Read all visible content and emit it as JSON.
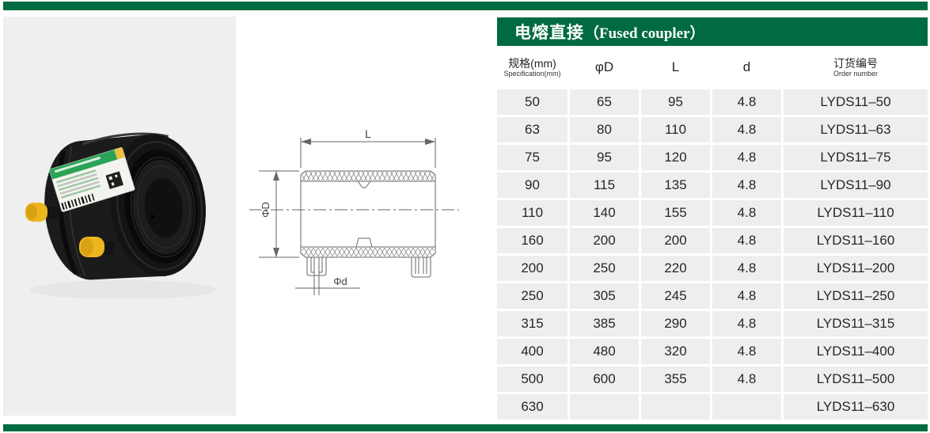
{
  "title": {
    "cn": "电熔直接",
    "en": "（Fused coupler）"
  },
  "table": {
    "columns": [
      {
        "label": "规格(mm)",
        "sublabel": "Specification(mm)"
      },
      {
        "label": "φD",
        "sublabel": ""
      },
      {
        "label": "L",
        "sublabel": ""
      },
      {
        "label": "d",
        "sublabel": ""
      },
      {
        "label": "订货编号",
        "sublabel": "Order number"
      }
    ],
    "rows": [
      [
        "50",
        "65",
        "95",
        "4.8",
        "LYDS11–50"
      ],
      [
        "63",
        "80",
        "110",
        "4.8",
        "LYDS11–63"
      ],
      [
        "75",
        "95",
        "120",
        "4.8",
        "LYDS11–75"
      ],
      [
        "90",
        "115",
        "135",
        "4.8",
        "LYDS11–90"
      ],
      [
        "110",
        "140",
        "155",
        "4.8",
        "LYDS11–110"
      ],
      [
        "160",
        "200",
        "200",
        "4.8",
        "LYDS11–160"
      ],
      [
        "200",
        "250",
        "220",
        "4.8",
        "LYDS11–200"
      ],
      [
        "250",
        "305",
        "245",
        "4.8",
        "LYDS11–250"
      ],
      [
        "315",
        "385",
        "290",
        "4.8",
        "LYDS11–315"
      ],
      [
        "400",
        "480",
        "320",
        "4.8",
        "LYDS11–400"
      ],
      [
        "500",
        "600",
        "355",
        "4.8",
        "LYDS11–500"
      ],
      [
        "630",
        "",
        "",
        "",
        "LYDS11–630"
      ]
    ]
  },
  "diagram": {
    "length_label": "L",
    "outer_diameter_label": "ΦD",
    "inner_diameter_label": "Φd"
  },
  "photo": {
    "name": "fused-coupler-product-photo"
  },
  "colors": {
    "accent_green": "#006b40",
    "table_row_gray": "#eeeeee",
    "photo_panel_gray": "#efefef",
    "label_green": "#2ba356",
    "terminal_yellow": "#edb51e"
  }
}
